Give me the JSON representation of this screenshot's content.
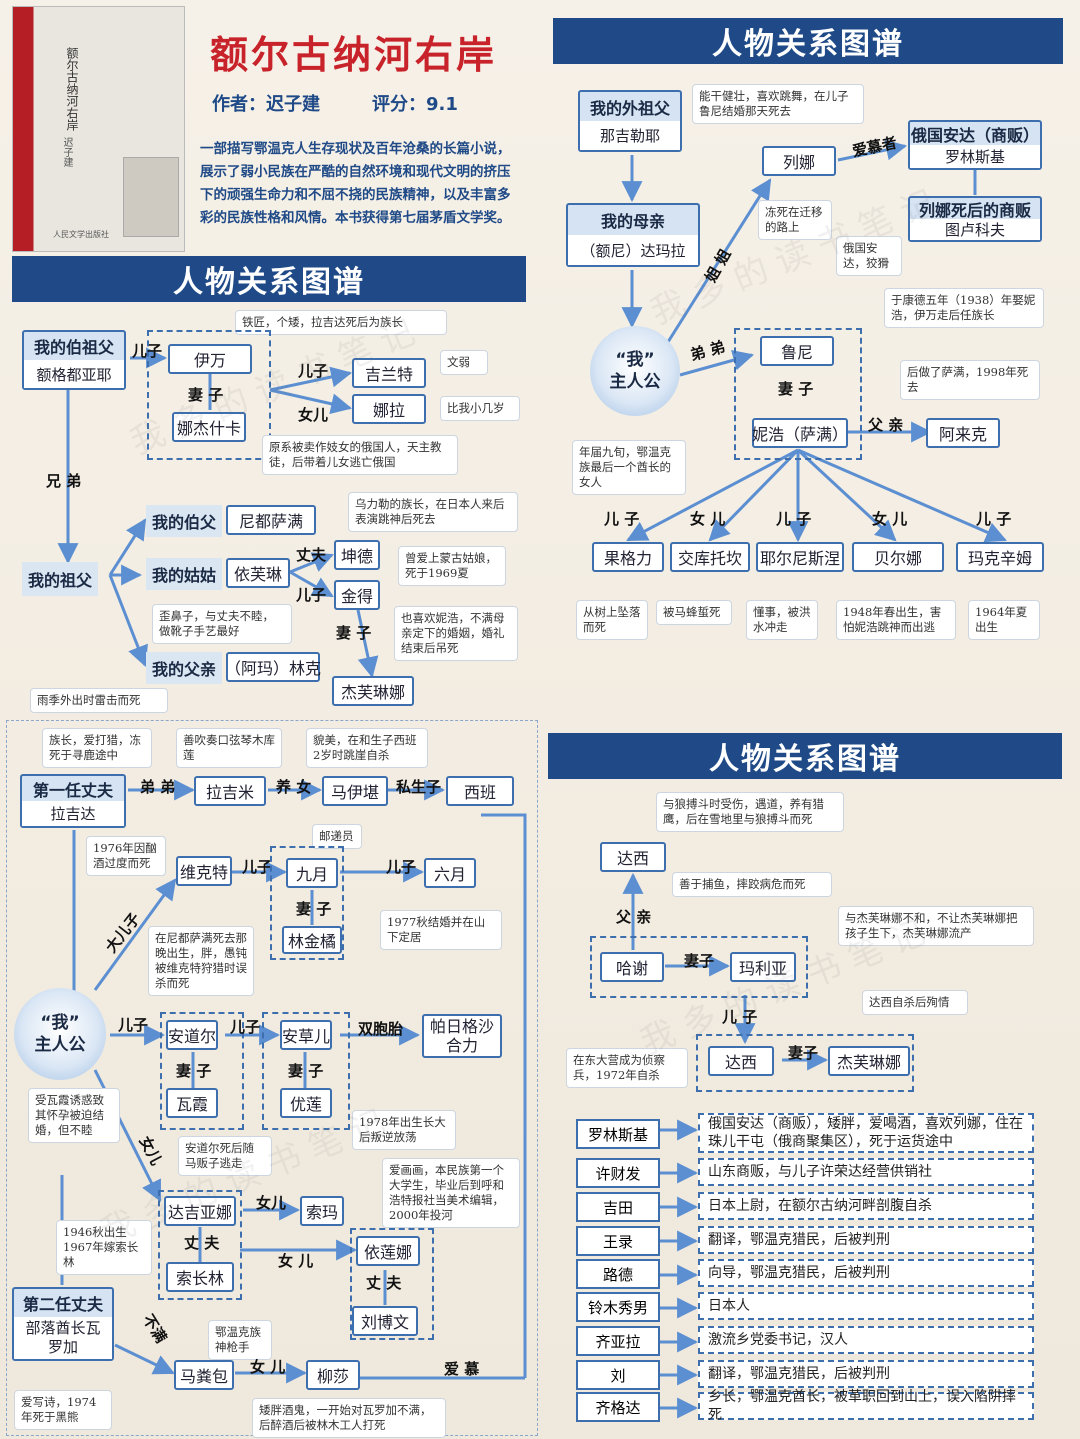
{
  "book": {
    "title": "额尔古纳河右岸",
    "author": "作者：迟子建",
    "rating": "评分：9.1",
    "desc": "一部描写鄂温克人生存现状及百年沧桑的长篇小说，展示了弱小民族在严酷的自然环境和现代文明的挤压下的顽强生命力和不屈不挠的民族精神，以及丰富多彩的民族性格和风情。本书获得第七届茅盾文学奖。",
    "cover_vertical": "额尔古纳河右岸",
    "cover_publisher": "人民文学出版社",
    "cover_author": "迟子建"
  },
  "banner": "人物关系图谱",
  "hero": {
    "line1": "“我”",
    "line2": "主人公"
  },
  "p1": {
    "uncle": {
      "title": "我的伯祖父",
      "name": "额格都亚耶"
    },
    "ivan": "伊万",
    "nadjeshka": "娜杰什卡",
    "jilante": "吉兰特",
    "nala": "娜拉",
    "grandfather": "我的祖父",
    "bofu_label": "我的伯父",
    "bofu": "尼都萨满",
    "gugu_label": "我的姑姑",
    "gugu": "依芙琳",
    "kunde": "坤德",
    "jinde": "金得",
    "jiefulinna": "杰芙琳娜",
    "father_label": "我的父亲",
    "father": "（阿玛）林克",
    "r_brothers": "兄 弟",
    "r_son": "儿子",
    "r_wife": "妻 子",
    "r_son2": "儿子",
    "r_daughter": "女儿",
    "r_husband": "丈夫",
    "r_son3": "儿子",
    "r_wife2": "妻 子",
    "n_ivan": "铁匠，个矮，拉吉达死后为族长",
    "n_jilante": "文弱",
    "n_nala": "比我小几岁",
    "n_nadj": "原系被卖作妓女的俄国人，天主教徒，后带着儿女逃亡俄国",
    "n_bofu": "乌力勒的族长，在日本人来后表演跳神后死去",
    "n_kunde": "曾爱上蒙古姑娘，死于1969夏",
    "n_gugu": "歪鼻子，与丈夫不睦，做靴子手艺最好",
    "n_jinde": "也喜欢妮浩，不满母亲定下的婚姻，婚礼结束后吊死",
    "n_father": "雨季外出时雷击而死"
  },
  "p2": {
    "grandma": {
      "title": "我的外祖父",
      "name": "那吉勒耶"
    },
    "mother": {
      "title": "我的母亲",
      "name": "（额尼）达玛拉"
    },
    "liena": "列娜",
    "russian": {
      "title": "俄国安达（商贩）",
      "name": "罗林斯基"
    },
    "after": {
      "title": "列娜死后的商贩",
      "name": "图卢科夫"
    },
    "luni": "鲁尼",
    "nihao": "妮浩（萨满）",
    "alaike": "阿来克",
    "r_lover": "爱慕者",
    "r_sister": "姐 姐",
    "r_brother": "弟 弟",
    "r_wife": "妻 子",
    "r_father": "父 亲",
    "children_rel": [
      "儿 子",
      "女 儿",
      "儿 子",
      "女 儿",
      "儿 子"
    ],
    "children": [
      "果格力",
      "交库托坎",
      "耶尔尼斯涅",
      "贝尔娜",
      "玛克辛姆"
    ],
    "children_notes": [
      "从树上坠落而死",
      "被马蜂蜇死",
      "懂事，被洪水冲走",
      "1948年春出生，害怕妮浩跳神而出逃",
      "1964年夏出生"
    ],
    "n_liena": "能干健壮，喜欢跳舞，在儿子鲁尼结婚那天死去",
    "n_liena2": "冻死在迁移的路上",
    "n_after": "俄国安达，狡猾",
    "n_luni": "于康德五年（1938）年娶妮浩，伊万走后任族长",
    "n_nihao": "后做了萨满，1998年死去",
    "n_hero": "年届九旬，鄂温克族最后一个酋长的女人"
  },
  "p3": {
    "first": {
      "title": "第一任丈夫",
      "name": "拉吉达"
    },
    "second": {
      "title": "第二任丈夫",
      "name": "部落酋长瓦罗加"
    },
    "lajimi": "拉吉米",
    "mayijin": "马伊堪",
    "xiban": "西班",
    "weike": "维克特",
    "jiuyue": "九月",
    "liuyue": "六月",
    "linjinju": "林金橘",
    "andaer": "安道尔",
    "ancaoer": "安草儿",
    "payige": "帕日格沙合力",
    "waxia": "瓦霞",
    "youlian": "优莲",
    "dajiyana": "达吉亚娜",
    "suoma": "索玛",
    "suochanglin": "索长林",
    "yifulina": "依莲娜",
    "liubowen": "刘博文",
    "mafenbao": "马粪包",
    "liusha": "柳莎",
    "r_brother": "弟 弟",
    "r_adopted": "养 女",
    "r_private": "私生子",
    "r_son": "儿子",
    "r_son2": "儿子",
    "r_wife": "妻 子",
    "r_bigson": "大儿子",
    "r_son3": "儿子",
    "r_son4": "儿子",
    "r_twins": "双胞胎",
    "r_wife2": "妻 子",
    "r_wife3": "妻 子",
    "r_daughter": "女儿",
    "r_daughter2": "女儿",
    "r_husband": "丈 夫",
    "r_daughter3": "女 儿",
    "r_husband2": "丈 夫",
    "r_daughter4": "女 儿",
    "r_adore": "爱 慕",
    "r_notmarried": "不满",
    "n_lajida": "族长，爱打猎，冻死于寻鹿途中",
    "n_lajimi": "善吹奏口弦琴木库莲",
    "n_mayijin": "貌美，在和生子西班2岁时跳崖自杀",
    "n_weike": "1976年因酗酒过度而死",
    "n_jiuyue": "邮递员",
    "n_linjinju": "1977秋结婚并在山下定居",
    "n_weike2": "在尼都萨满死去那晚出生，胖，愚钝被维克特狩猎时误杀而死",
    "n_hero": "受瓦霞诱惑致其怀孕被迫结婚，但不睦",
    "n_andaer": "安道尔死后随马贩子逃走",
    "n_ancaoer": "1978年出生长大后叛逆放荡",
    "n_suoma": "爱画画，本民族第一个大学生，毕业后到呼和浩特报社当美术编辑，2000年投河",
    "n_dajiyana": "1946秋出生1967年嫁索长林",
    "n_mafenbao": "鄂温克族神枪手",
    "n_second": "爱写诗，1974年死于黑熊",
    "n_liusha": "矮胖酒鬼，一开始对瓦罗加不满，后醉酒后被林木工人打死"
  },
  "p4": {
    "daxi": "达西",
    "haxie": "哈谢",
    "malinya": "玛利亚",
    "daxi2": "达西",
    "jiefulinna": "杰芙琳娜",
    "r_father": "父 亲",
    "r_wife": "妻子",
    "r_son": "儿 子",
    "r_wife2": "妻子",
    "n_daxi": "与狼搏斗时受伤，遇道，养有猎鹰，后在雪地里与狼搏斗而死",
    "n_haxie": "善于捕鱼，摔跤病危而死",
    "n_malinya": "与杰芙琳娜不和，不让杰芙琳娜把孩子生下，杰芙琳娜流产",
    "n_daxi2": "达西自杀后殉情",
    "n_left": "在东大营成为侦察兵，1972年自杀",
    "table": [
      {
        "name": "罗林斯基",
        "desc": "俄国安达（商贩），矮胖，爱喝酒，喜欢列娜，住在珠儿干屯（俄商聚集区），死于运货途中"
      },
      {
        "name": "许财发",
        "desc": "山东商贩，与儿子许荣达经营供销社"
      },
      {
        "name": "吉田",
        "desc": "日本上尉，在额尔古纳河畔剖腹自杀"
      },
      {
        "name": "王录",
        "desc": "翻译，鄂温克猎民，后被判刑"
      },
      {
        "name": "路德",
        "desc": "向导，鄂温克猎民，后被判刑"
      },
      {
        "name": "铃木秀男",
        "desc": "日本人"
      },
      {
        "name": "齐亚拉",
        "desc": "激流乡党委书记，汉人"
      },
      {
        "name": "刘",
        "desc": "翻译，鄂温克猎民，后被判刑"
      },
      {
        "name": "齐格达",
        "desc": "乡长，鄂温克酋长，被革职回到山上，误入陷阱摔死"
      }
    ]
  },
  "watermark": "我 多 的 读 书 笔 记"
}
